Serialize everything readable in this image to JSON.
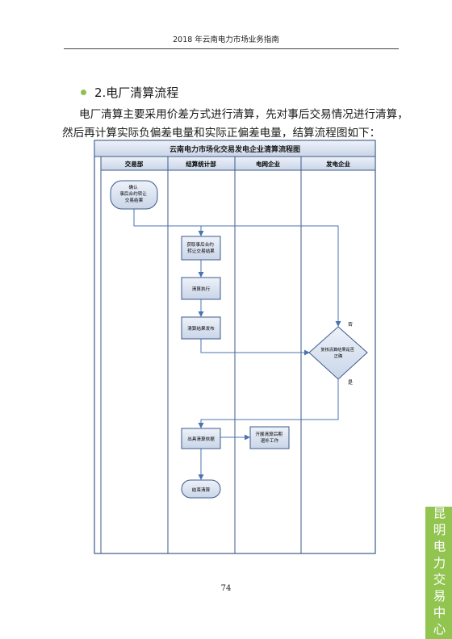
{
  "header": {
    "title": "2018 年云南电力市场业务指南"
  },
  "section": {
    "title": "2.电厂清算流程"
  },
  "paragraph": {
    "line1": "电厂清算主要采用价差方式进行清算，先对事后交易情况进行清算，",
    "line2": "然后再计算实际负偏差电量和实际正偏差电量，结算流程图如下："
  },
  "flowchart": {
    "title": "云南电力市场化交易发电企业清算流程图",
    "lanes": [
      "交易部",
      "结算统计部",
      "电网企业",
      "发电企业"
    ],
    "nodes": {
      "confirm": [
        "确认",
        "事后合约转让",
        "交易结果"
      ],
      "obtain": [
        "获取事后合约",
        "转让交易结果"
      ],
      "execute": "清算执行",
      "publish": "清算结果发布",
      "decision": [
        "复核清算结果是否",
        "正确"
      ],
      "issue": "出具清算依据",
      "settle": [
        "开展清算后期",
        "退补工作"
      ],
      "end": "结束清算"
    },
    "branch_no": "否",
    "branch_yes": "是",
    "colors": {
      "fill": "#d9e2f0",
      "stroke": "#3c5a8a",
      "line": "#4a74b0",
      "title_bar": "#c8d3e6"
    }
  },
  "footer": {
    "page_number": "74",
    "side_tab": "昆明电力交易中心"
  }
}
